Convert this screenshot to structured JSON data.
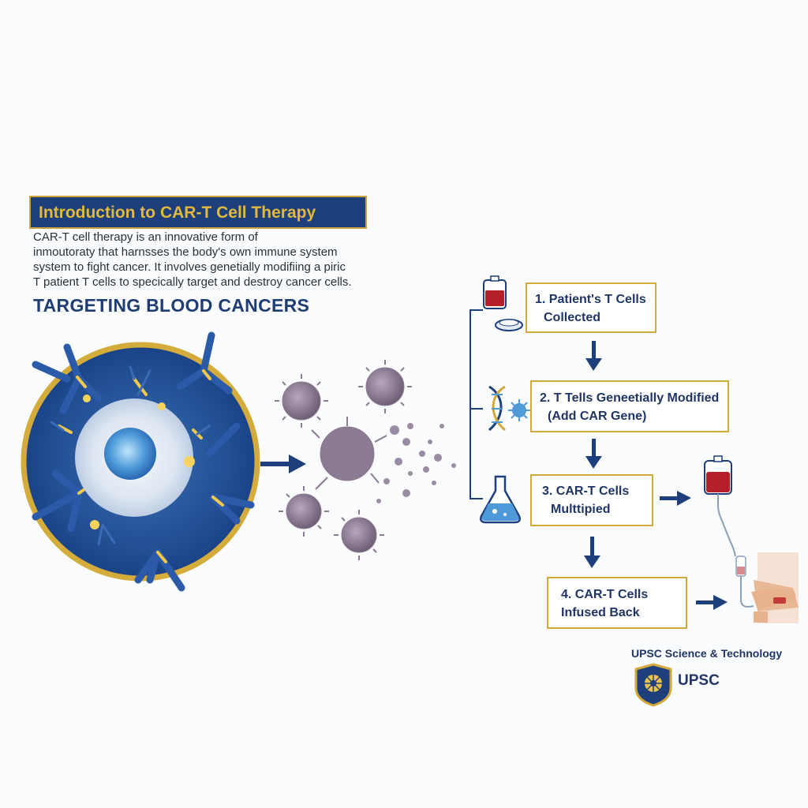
{
  "header": {
    "title": "Introduction to CAR-T Cell Therapy",
    "intro_lines": [
      "CAR-T cell therapy is an innovative form of",
      "inmoutoraty that harnsses the body's own immune system",
      "system to fight cancer. It involves genetially modifiing a piric",
      "T patient T cells to specically target and destroy cancer cells."
    ]
  },
  "section": {
    "heading": "TARGETING BLOOD CANCERS"
  },
  "steps": [
    {
      "line1": "1. Patient's T Cells",
      "line2": "Collected",
      "icon": "blood-bag-and-petri-dish-icon"
    },
    {
      "line1": "2. T Tells Geneetially Modified",
      "line2": "(Add CAR Gene)",
      "icon": "dna-and-virus-icon"
    },
    {
      "line1": "3. CAR-T Cells",
      "line2": "Multtipied",
      "icon": "flask-icon"
    },
    {
      "line1": "4. CAR-T Cells",
      "line2": "Infused Back",
      "icon": "iv-infusion-icon"
    }
  ],
  "footer": {
    "label": "UPSC Science & Technology",
    "logo_text": "UPSC",
    "logo_icon": "upsc-shield-icon"
  },
  "colors": {
    "navy": "#1d3f7c",
    "gold": "#d2aa3c",
    "cell_purple": "#8b7a93",
    "blood": "#b3202a"
  }
}
